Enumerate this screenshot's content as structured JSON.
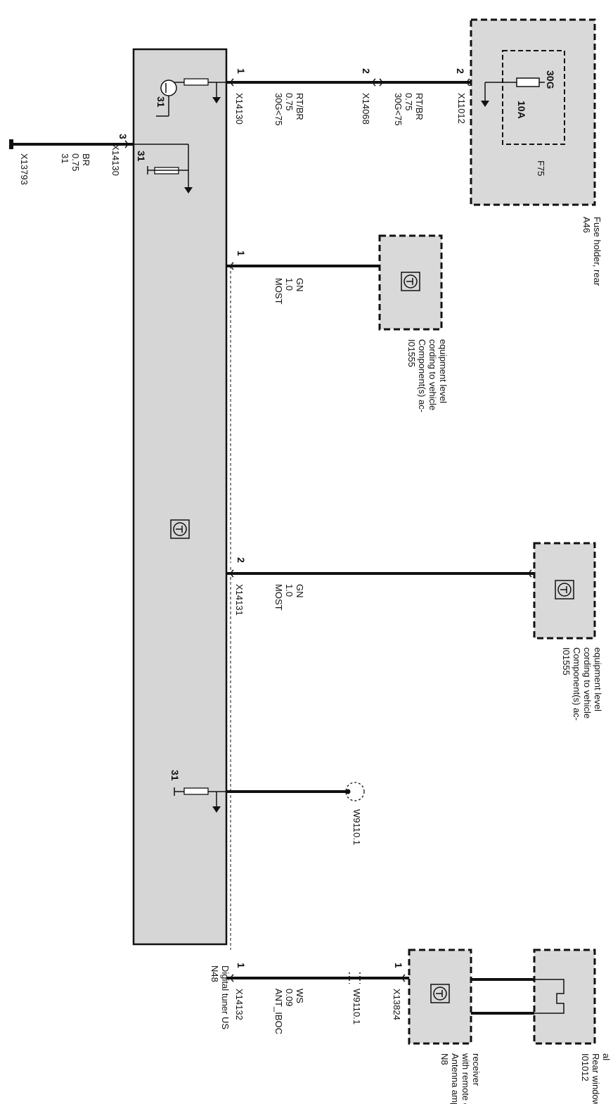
{
  "diagram": {
    "module": {
      "id": "N48",
      "name": "Digital tuner US"
    },
    "fuse_holder": {
      "id": "A46",
      "name": "Fuse holder, rear",
      "fuse": "F75",
      "fuse_rating": "10A",
      "terminal": "30G"
    },
    "component_1": {
      "id": "I01555",
      "name_1": "Component(s) ac-",
      "name_2": "cording to vehicle",
      "name_3": "equipment level"
    },
    "component_2": {
      "id": "I01555",
      "name_1": "Component(s) ac-",
      "name_2": "cording to vehicle",
      "name_3": "equipment level"
    },
    "antenna_amp": {
      "id": "N8",
      "name_1": "Antenna amplifier",
      "name_2": "with remote control",
      "name_3": "receiver"
    },
    "rear_aerial": {
      "id": "I01012",
      "name_1": "Rear window aeri-",
      "name_2": "al"
    },
    "ground": {
      "connector": "X13793",
      "pin": "3",
      "terminal": "31",
      "size": "0.75",
      "color": "BR",
      "module_connector": "X14130",
      "internal_label": "31"
    },
    "power": {
      "pin_module": "1",
      "pin_mid": "2",
      "pin_fuse": "2",
      "conn_module": "X14130",
      "conn_mid": "X14068",
      "conn_fuse": "X11012",
      "sig_1": "30G<75",
      "size_1": "0.75",
      "color_1": "RT/BR",
      "sig_2": "30G<75",
      "size_2": "0.75",
      "color_2": "RT/BR",
      "internal_label": "31"
    },
    "most_1": {
      "pin": "1",
      "signal": "MOST",
      "size": "1.0",
      "color": "GN"
    },
    "most_2": {
      "pin": "2",
      "signal": "MOST",
      "size": "1.0",
      "color": "GN",
      "connector": "X14131"
    },
    "shield": {
      "label": "W9110.1",
      "internal_label": "31"
    },
    "antenna": {
      "pin_module": "1",
      "pin_amp": "1",
      "connector": "X14132",
      "amp_connector": "X13824",
      "signal": "ANT_IBOC",
      "size": "0.09",
      "color": "WS",
      "shield_label": "W9110.1"
    }
  }
}
